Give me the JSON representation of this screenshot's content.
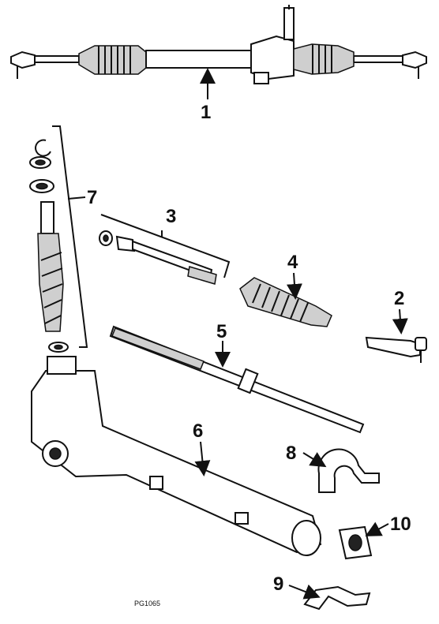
{
  "diagram": {
    "callouts": [
      "1",
      "2",
      "3",
      "4",
      "5",
      "6",
      "7",
      "8",
      "9",
      "10"
    ],
    "drawing_code": "PG1065"
  }
}
